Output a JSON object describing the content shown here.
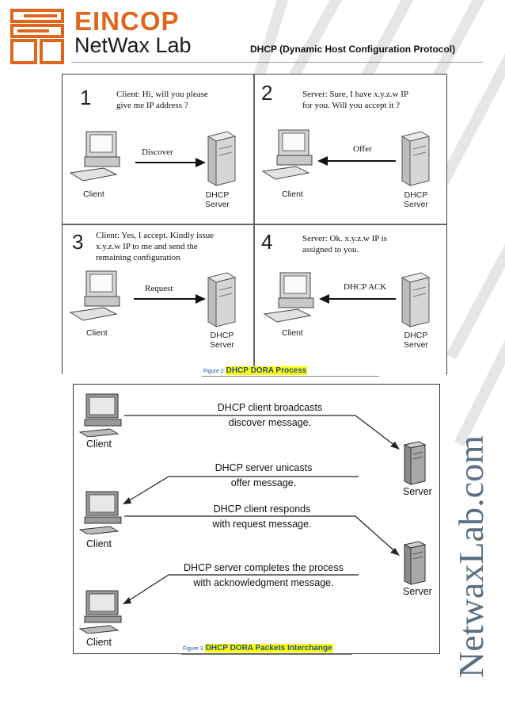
{
  "header": {
    "brand_line1": "EINCOP",
    "brand_line2": "NetWax Lab",
    "doc_title": "DHCP (Dynamic Host Configuration Protocol)",
    "brand_color": "#e0661d"
  },
  "figure2": {
    "panels": [
      {
        "num": "1",
        "text_l1": "Client: Hi, will you please",
        "text_l2": "give me IP address ?",
        "text_l3": "",
        "arrow_label": "Discover",
        "client": "Client",
        "server_l1": "DHCP",
        "server_l2": "Server"
      },
      {
        "num": "2",
        "text_l1": "Server: Sure, I have x.y.z.w IP",
        "text_l2": "for you. Will you accept it ?",
        "text_l3": "",
        "arrow_label": "Offer",
        "client": "Client",
        "server_l1": "DHCP",
        "server_l2": "Server"
      },
      {
        "num": "3",
        "text_l1": "Client: Yes, I accept. Kindly issue",
        "text_l2": "x.y.z.w IP to me and send the",
        "text_l3": "remaining configuration",
        "arrow_label": "Request",
        "client": "Client",
        "server_l1": "DHCP",
        "server_l2": "Server"
      },
      {
        "num": "4",
        "text_l1": "Server: Ok. x.y.z.w IP is",
        "text_l2": "assigned to you.",
        "text_l3": "",
        "arrow_label": "DHCP ACK",
        "client": "Client",
        "server_l1": "DHCP",
        "server_l2": "Server"
      }
    ],
    "caption_prefix": "Figure 2",
    "caption_title": "DHCP DORA Process"
  },
  "figure3": {
    "messages": [
      {
        "l1": "DHCP client broadcasts",
        "l2": "discover message."
      },
      {
        "l1": "DHCP server unicasts",
        "l2": "offer message."
      },
      {
        "l1": "DHCP client responds",
        "l2": "with request message."
      },
      {
        "l1": "DHCP server completes the process",
        "l2": "with acknowledgment message."
      }
    ],
    "client_label": "Client",
    "server_label": "Server",
    "caption_prefix": "Figure 3",
    "caption_title": "DHCP DORA Packets Interchange"
  },
  "watermark": "NetwaxLab.com"
}
